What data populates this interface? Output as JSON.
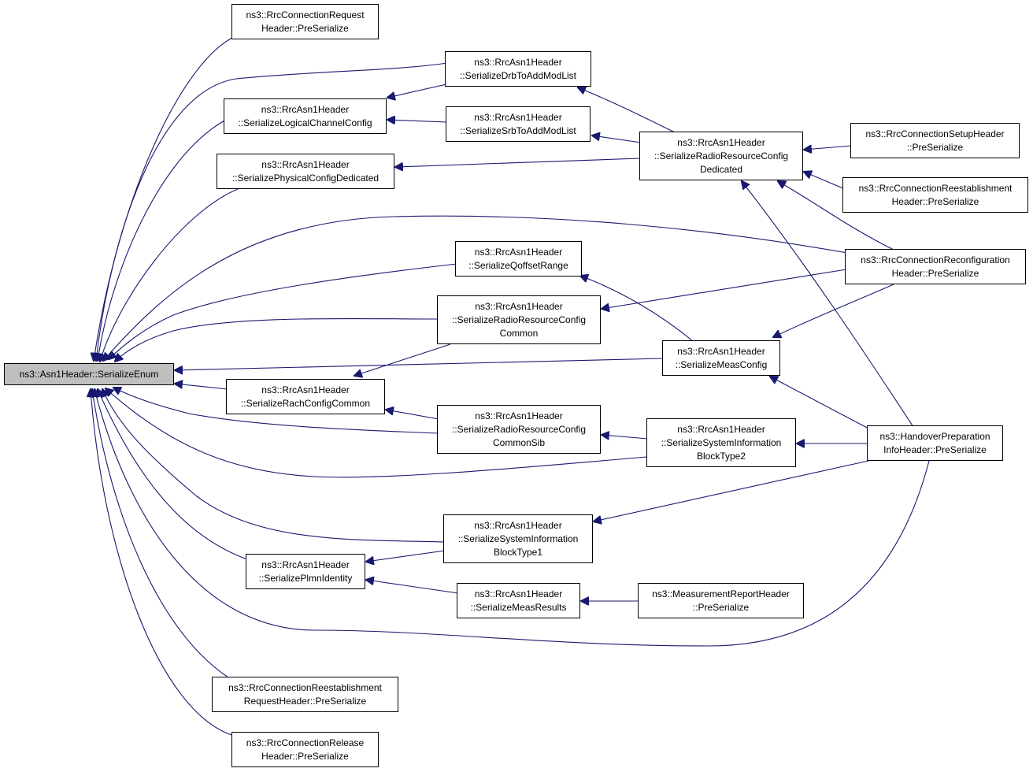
{
  "colors": {
    "edge": "#191970",
    "root_fill": "#bfbfbf",
    "node_fill": "#ffffff",
    "border": "#000000"
  },
  "nodes": {
    "root": {
      "lines": [
        "ns3::Asn1Header::SerializeEnum"
      ]
    },
    "req": {
      "lines": [
        "ns3::RrcConnectionRequest",
        "Header::PreSerialize"
      ]
    },
    "drb": {
      "lines": [
        "ns3::RrcAsn1Header",
        "::SerializeDrbToAddModList"
      ]
    },
    "logch": {
      "lines": [
        "ns3::RrcAsn1Header",
        "::SerializeLogicalChannelConfig"
      ]
    },
    "srb": {
      "lines": [
        "ns3::RrcAsn1Header",
        "::SerializeSrbToAddModList"
      ]
    },
    "phys": {
      "lines": [
        "ns3::RrcAsn1Header",
        "::SerializePhysicalConfigDedicated"
      ]
    },
    "rrcded": {
      "lines": [
        "ns3::RrcAsn1Header",
        "::SerializeRadioResourceConfig",
        "Dedicated"
      ]
    },
    "setup": {
      "lines": [
        "ns3::RrcConnectionSetupHeader",
        "::PreSerialize"
      ]
    },
    "reest": {
      "lines": [
        "ns3::RrcConnectionReestablishment",
        "Header::PreSerialize"
      ]
    },
    "qoff": {
      "lines": [
        "ns3::RrcAsn1Header",
        "::SerializeQoffsetRange"
      ]
    },
    "reconf": {
      "lines": [
        "ns3::RrcConnectionReconfiguration",
        "Header::PreSerialize"
      ]
    },
    "rrccom": {
      "lines": [
        "ns3::RrcAsn1Header",
        "::SerializeRadioResourceConfig",
        "Common"
      ]
    },
    "meascfg": {
      "lines": [
        "ns3::RrcAsn1Header",
        "::SerializeMeasConfig"
      ]
    },
    "rach": {
      "lines": [
        "ns3::RrcAsn1Header",
        "::SerializeRachConfigCommon"
      ]
    },
    "rrcsib": {
      "lines": [
        "ns3::RrcAsn1Header",
        "::SerializeRadioResourceConfig",
        "CommonSib"
      ]
    },
    "sib2": {
      "lines": [
        "ns3::RrcAsn1Header",
        "::SerializeSystemInformation",
        "BlockType2"
      ]
    },
    "handover": {
      "lines": [
        "ns3::HandoverPreparation",
        "InfoHeader::PreSerialize"
      ]
    },
    "sib1": {
      "lines": [
        "ns3::RrcAsn1Header",
        "::SerializeSystemInformation",
        "BlockType1"
      ]
    },
    "plmn": {
      "lines": [
        "ns3::RrcAsn1Header",
        "::SerializePlmnIdentity"
      ]
    },
    "measres": {
      "lines": [
        "ns3::RrcAsn1Header",
        "::SerializeMeasResults"
      ]
    },
    "measrep": {
      "lines": [
        "ns3::MeasurementReportHeader",
        "::PreSerialize"
      ]
    },
    "reestreq": {
      "lines": [
        "ns3::RrcConnectionReestablishment",
        "RequestHeader::PreSerialize"
      ]
    },
    "release": {
      "lines": [
        "ns3::RrcConnectionRelease",
        "Header::PreSerialize"
      ]
    }
  }
}
